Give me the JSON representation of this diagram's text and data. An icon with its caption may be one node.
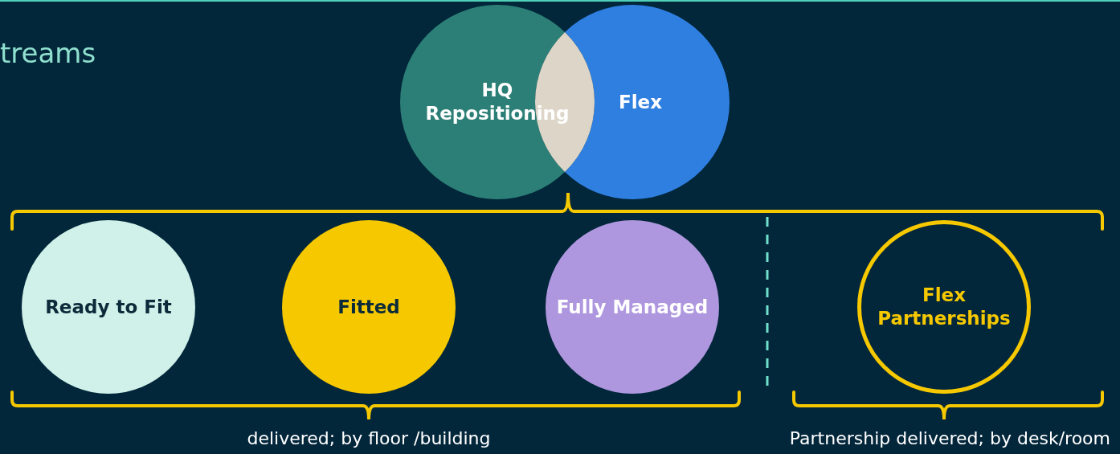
{
  "diagram": {
    "title": "treams",
    "nodes": [
      {
        "text": [
          "HQ Repositioning"
        ]
      },
      {
        "text": [
          "Flex"
        ]
      },
      {
        "text": [],
        "shape": "lens"
      },
      {
        "text": [
          "Ready to Fit"
        ]
      },
      {
        "text": [
          "Fitted"
        ]
      },
      {
        "text": [
          "Fully Managed"
        ]
      },
      {
        "text": [
          "Flex Partnerships"
        ]
      }
    ],
    "edges": [],
    "labels": [
      "delivered; by floor /building",
      "Partnership delivered; by desk/room"
    ]
  }
}
